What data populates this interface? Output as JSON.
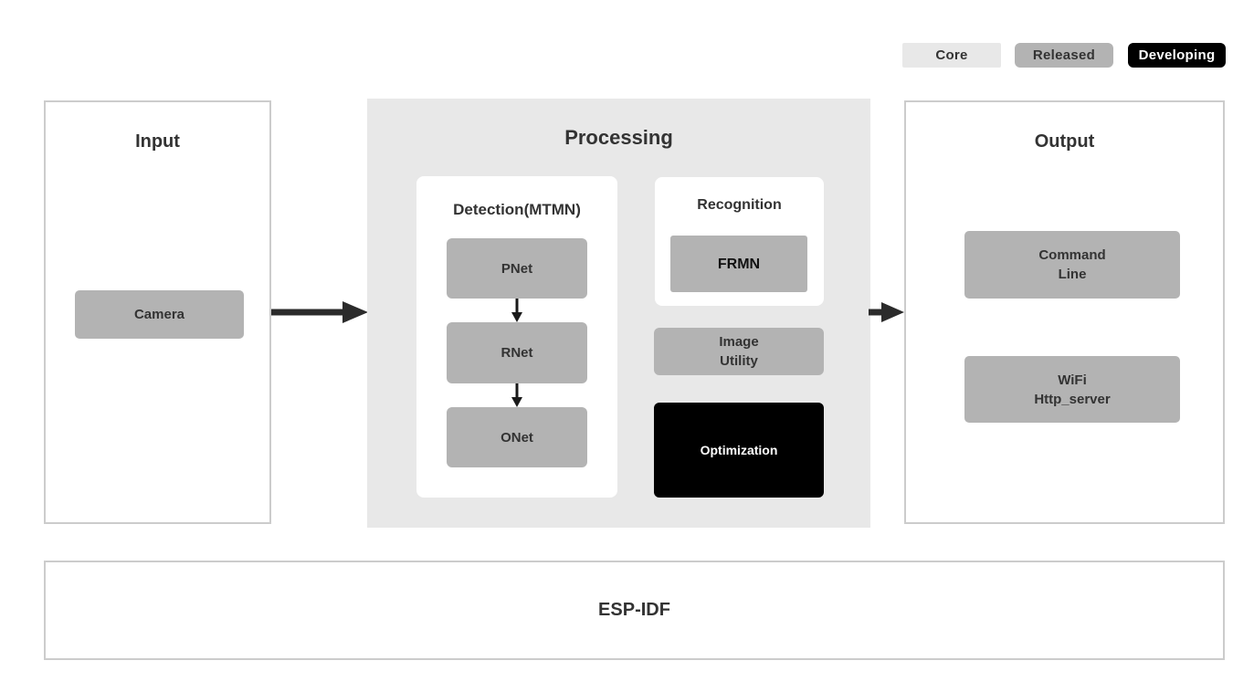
{
  "legend": [
    {
      "label": "Core"
    },
    {
      "label": "Released"
    },
    {
      "label": "Developing"
    }
  ],
  "input": {
    "title": "Input",
    "camera": "Camera"
  },
  "processing": {
    "title": "Processing",
    "detection": {
      "title": "Detection(MTMN)",
      "pnet": "PNet",
      "rnet": "RNet",
      "onet": "ONet"
    },
    "recognition": {
      "title": "Recognition",
      "frmn": "FRMN"
    },
    "image_utility": "Image\nUtility",
    "optimization": "Optimization"
  },
  "output": {
    "title": "Output",
    "command_line": "Command\nLine",
    "wifi_http_server": "WiFi\nHttp_server"
  },
  "foundation": "ESP-IDF",
  "colors": {
    "core_bg": "#e8e8e8",
    "released_bg": "#b3b3b3",
    "developing_bg": "#000000",
    "panel_border": "#cccccc",
    "text_dark": "#333333",
    "arrow": "#2b2b2b"
  }
}
